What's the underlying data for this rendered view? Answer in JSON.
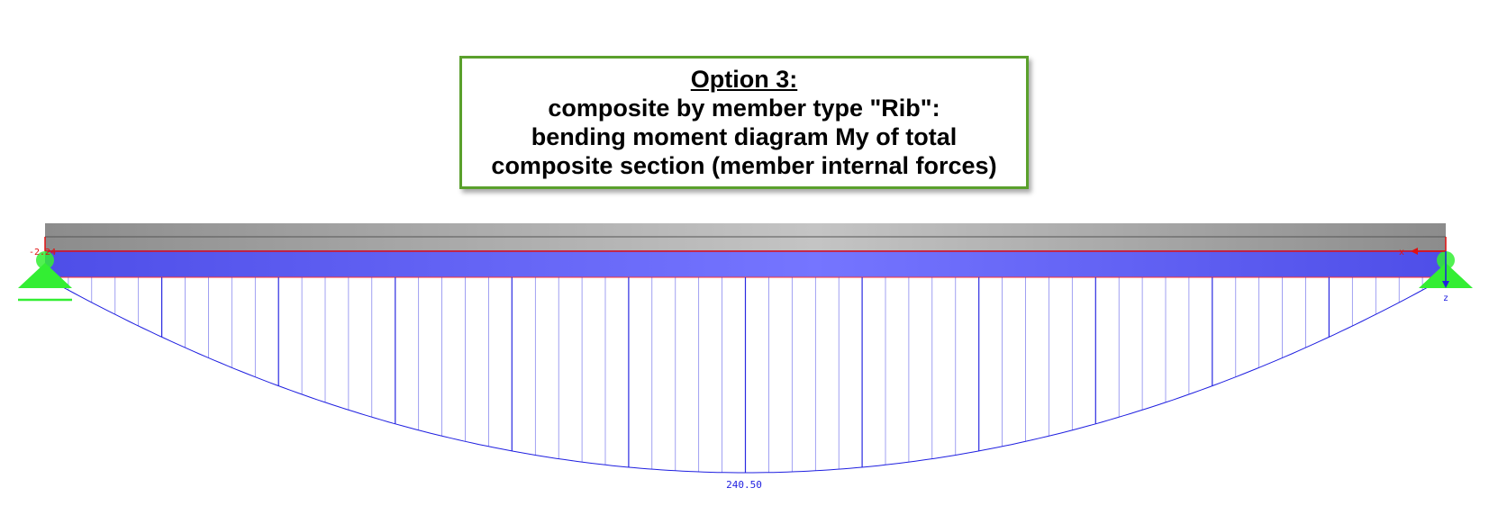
{
  "title_box": {
    "heading": "Option 3:",
    "lines": [
      "composite by member type \"Rib\":",
      "bending moment diagram My of total",
      "composite section (member internal forces)"
    ]
  },
  "diagram": {
    "member_type": "Rib",
    "result": "My",
    "end_value_label": "-2.24",
    "max_value": 240.5,
    "max_value_label": "240.50",
    "axis_labels": {
      "x": "x",
      "z": "z"
    },
    "colors": {
      "beam": "#a0a0a0",
      "rib_fill": "#5c5cf5",
      "moment_line": "#1f1fe0",
      "axis_red": "#e01010",
      "support_green": "#33ee33",
      "box_border": "#5aa02c"
    }
  }
}
